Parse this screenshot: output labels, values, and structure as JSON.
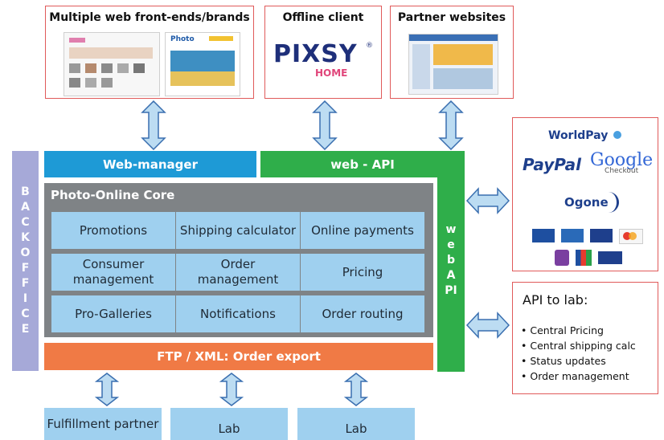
{
  "top_boxes": {
    "front_ends": {
      "title": "Multiple web front-ends/brands",
      "photo_label": "Photo"
    },
    "offline": {
      "title": "Offline client",
      "logo_main": "PIXSY",
      "logo_sub": "HOME",
      "logo_mark": "®"
    },
    "partner": {
      "title": "Partner websites"
    }
  },
  "payments": {
    "worldpay": "WorldPay",
    "paypal": "PayPal",
    "google": "Google",
    "google_sub": "Checkout",
    "ogone": "Ogone"
  },
  "lab_api": {
    "title": "API to lab:",
    "items": [
      "Central Pricing",
      "Central shipping calc",
      "Status updates",
      "Order management"
    ]
  },
  "backoffice_letters": [
    "B",
    "A",
    "C",
    "K",
    "O",
    "F",
    "F",
    "I",
    "C",
    "E"
  ],
  "webapi_letters": [
    "w",
    "e",
    "b",
    "A",
    "PI"
  ],
  "web_manager": "Web-manager",
  "web_api": "web - API",
  "core": {
    "title": "Photo-Online Core",
    "cells": [
      "Promotions",
      "Shipping calculator",
      "Online payments",
      "Consumer management",
      "Order management",
      "Pricing",
      "Pro-Galleries",
      "Notifications",
      "Order routing"
    ]
  },
  "export_bar": "FTP / XML: Order export",
  "bottom": [
    "Fulfillment partner",
    "Lab",
    "Lab"
  ],
  "colors": {
    "blue": "#1e9ad6",
    "green": "#2fae4a",
    "orange": "#f07a45",
    "core_gray": "#7f8386",
    "cell_blue": "#9fd0ef",
    "backoffice": "#a6a9d8",
    "red_border": "#e05a5a"
  }
}
